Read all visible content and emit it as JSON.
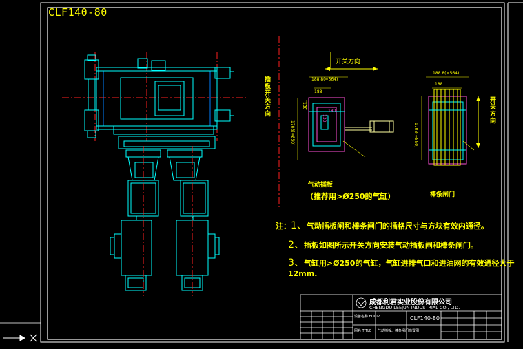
{
  "drawing": {
    "title": "CLF140-80"
  },
  "labels": {
    "direction_top": "开关方向",
    "direction_right": "开关方向",
    "side_view_vertical": "插板开关方向",
    "pneumatic_label": "气动插板",
    "pneumatic_note": "（推荐用>Ø250的气缸）",
    "strip_label": "棒条闸门"
  },
  "dimensions": {
    "left_width": "188.8(=564)",
    "left_inner": "188",
    "left_height": "1708(=850)",
    "left_inner_h": "130",
    "left_small": "180",
    "left_small2": "130",
    "right_width": "188.8(=564)",
    "right_inner": "188",
    "right_height": "1708(=850)"
  },
  "notes": [
    {
      "prefix": "注：",
      "num": "1、",
      "text": "气动插板闸和棒条闸门的插格尺寸与方块有效内通径。"
    },
    {
      "prefix": "",
      "num": "2、",
      "text": "插板如图所示开关方向安装气动插板闸和棒条闸门。"
    },
    {
      "prefix": "",
      "num": "3、",
      "text": "气缸用>Ø250的气缸，气缸进排气口和进油网的有效通径大于12mm."
    }
  ],
  "title_block": {
    "company_cn": "成都利君实业股份有限公司",
    "company_en": "CHENGDU LEEJUN INDUSTRIAL CO., LTD.",
    "drawing_no": "CLF140-80",
    "equip_label": "设备名称 EQUIP.",
    "title_label": "图名 TITLE",
    "title_value": "气动插板、棒条闸门布置图"
  },
  "colors": {
    "background": "#000000",
    "border": "#ffffff",
    "machine": "#00ffff",
    "detail": "#ff4fd8",
    "text": "#ffff00",
    "centerline": "#ff2020",
    "cylinder": "#ffffa0"
  }
}
